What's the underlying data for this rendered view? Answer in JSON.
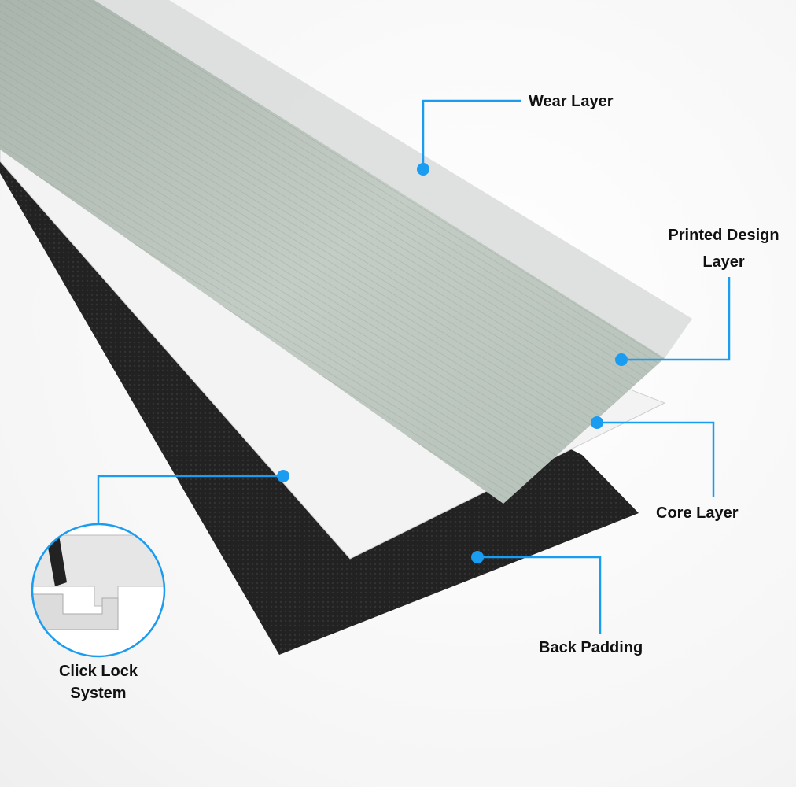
{
  "labels": {
    "wear_layer": "Wear Layer",
    "printed_design_layer_line1": "Printed Design",
    "printed_design_layer_line2": "Layer",
    "core_layer": "Core Layer",
    "back_padding": "Back Padding",
    "click_lock_line1": "Click Lock",
    "click_lock_line2": "System"
  },
  "colors": {
    "accent": "#1a9cf0",
    "backing": "#1f1f1f",
    "core": "#f2f2f2",
    "wear": "#d7d9d9",
    "wood": "#b9c4bd"
  }
}
